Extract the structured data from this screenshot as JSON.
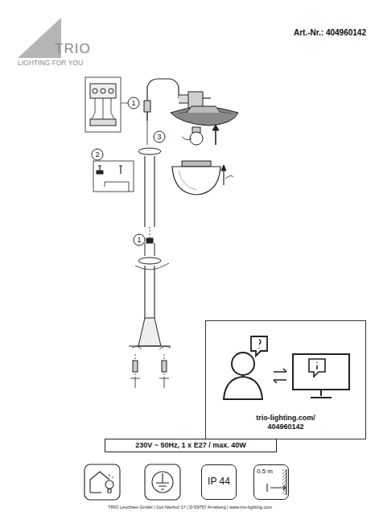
{
  "diagram": {
    "nodes": [
      {
        "text": [
          "trio-lighting.com/",
          "404960142"
        ]
      },
      {
        "text": [
          "230V ~ 50Hz, 1 x E27 / max. 40W"
        ]
      },
      {
        "text": [
          "IP 44"
        ]
      },
      {
        "text": [
          "0,5 m"
        ]
      }
    ],
    "labels": [
      "Art.-Nr.: 404960142",
      "TRIO",
      "LIGHTING FOR YOU",
      "1",
      "2",
      "3",
      "1",
      "TRIO Leuchten GmbH | Gut Nierhof 17 | D-59757 Arnsberg | www.trio-lighting.com"
    ]
  }
}
